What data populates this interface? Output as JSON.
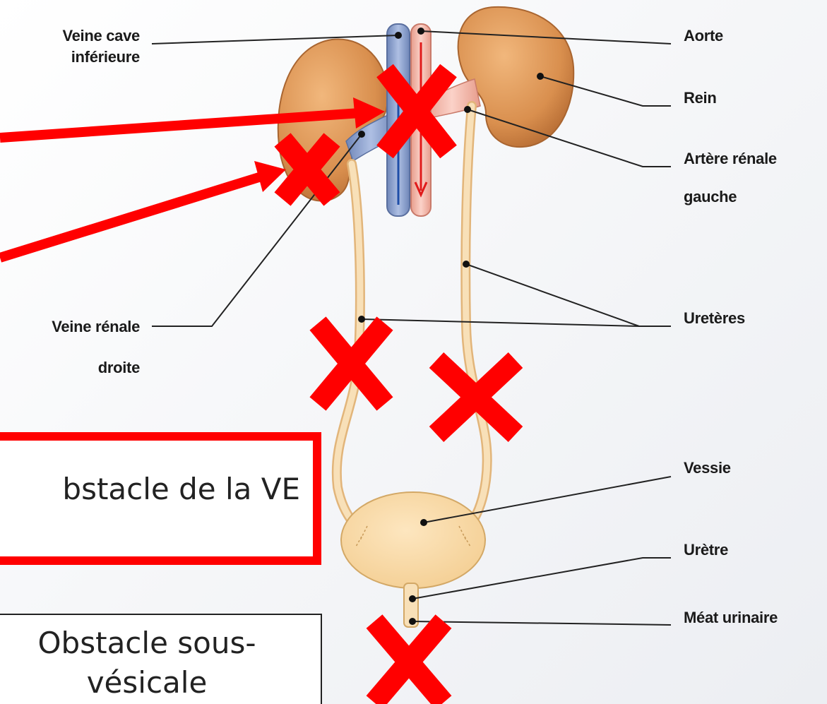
{
  "labels_left": {
    "veine_cave": "Veine cave\ninférieure",
    "veine_renale_droite": "Veine rénale\ndroite"
  },
  "labels_right": {
    "aorte": "Aorte",
    "rein": "Rein",
    "artere_renale_gauche": "Artère rénale\ngauche",
    "ureteres": "Uretères",
    "vessie": "Vessie",
    "uretre": "Urètre",
    "meat_urinaire": "Méat urinaire"
  },
  "boxes": {
    "obstacle_ve": "bstacle de la VE",
    "obstacle_sous_vesical": "Obstacle sous-\nvésicale"
  },
  "colors": {
    "kidney": "#d98f4e",
    "vein": "#8ea6d6",
    "artery": "#f2b3a6",
    "ureter": "#f7d8a8",
    "bladder": "#f9dcaa",
    "marker": "#ff0000"
  }
}
